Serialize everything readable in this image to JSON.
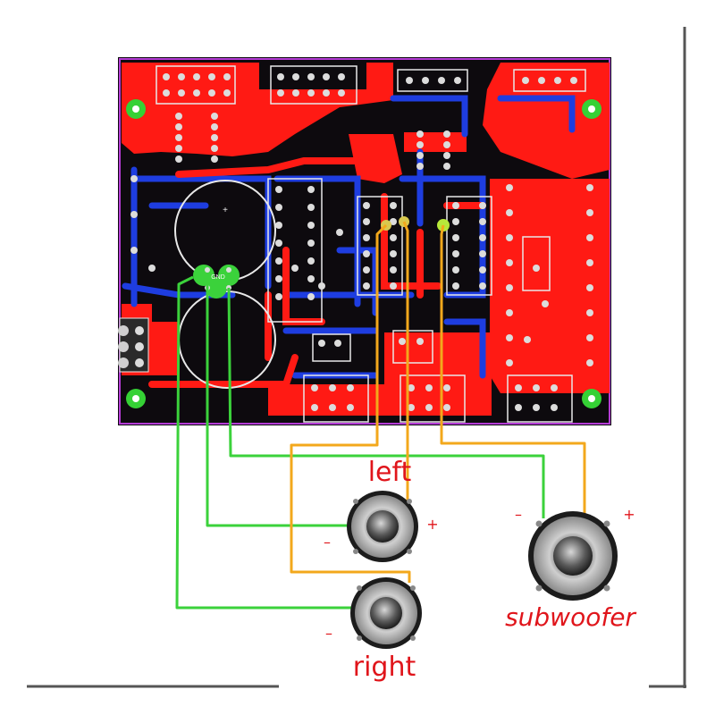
{
  "labels": {
    "left": "left",
    "right": "right",
    "subwoofer": "subwoofer",
    "plus": "+",
    "minus": "–",
    "gnd": "GND"
  },
  "wire_colors": {
    "green": "#3bd23b",
    "orange": "#f3a81c"
  },
  "board_colors": {
    "background": "#0d0a0e",
    "copper_red": "#ff1a14",
    "copper_blue": "#1e3de0",
    "silk": "#e8e8e8"
  },
  "speakers": [
    {
      "name": "left",
      "polarity": [
        "+",
        "–"
      ]
    },
    {
      "name": "right",
      "polarity": [
        "–"
      ]
    },
    {
      "name": "subwoofer",
      "polarity": [
        "+",
        "–"
      ]
    }
  ]
}
